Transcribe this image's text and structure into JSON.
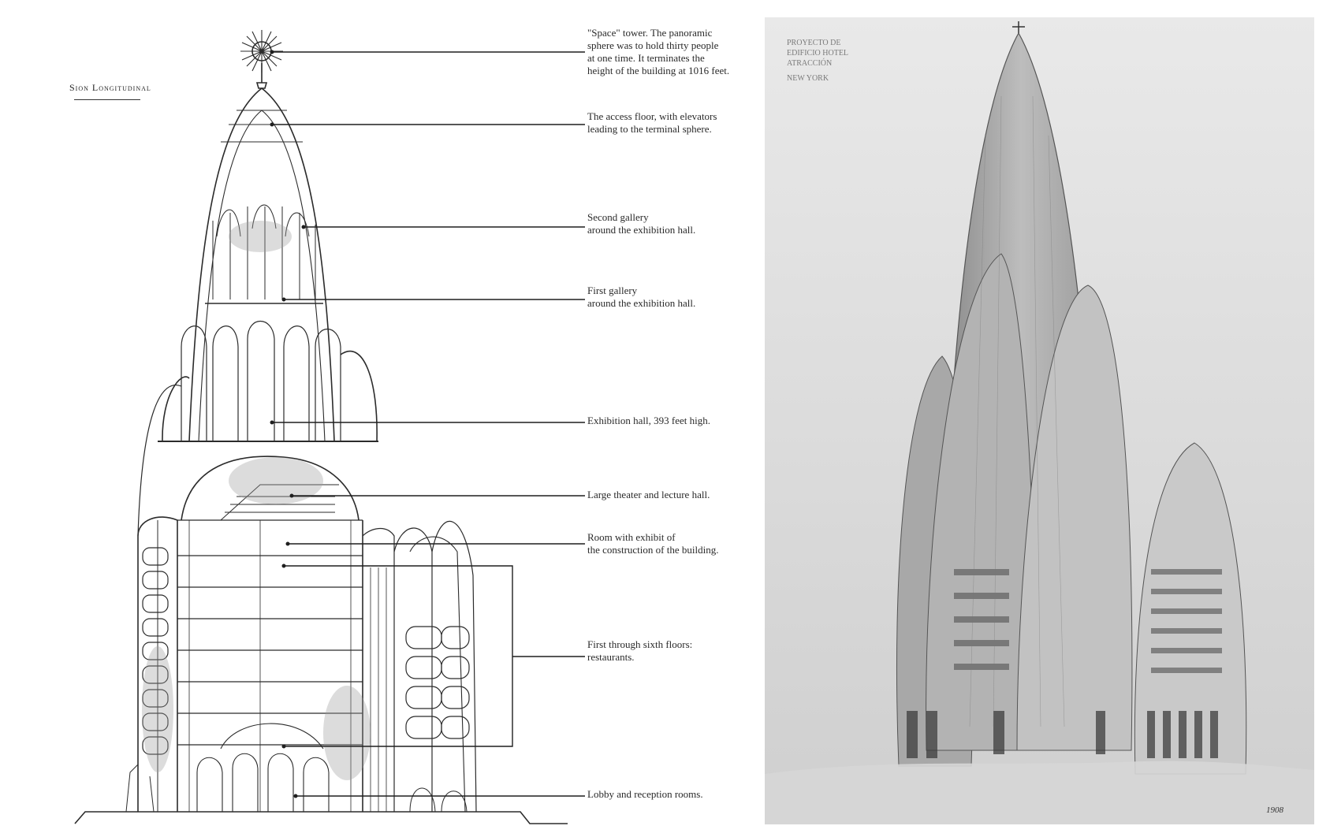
{
  "section_title": "Sion Longitudinal",
  "callouts": [
    {
      "id": "space-tower",
      "text": "\"Space\" tower.  The panoramic\nsphere was to hold thirty people\nat one time.  It terminates the\nheight of the building at 1016 feet."
    },
    {
      "id": "access-floor",
      "text": "The access floor, with elevators\nleading to the terminal sphere."
    },
    {
      "id": "second-gallery",
      "text": "Second gallery\naround the exhibition hall."
    },
    {
      "id": "first-gallery",
      "text": "First gallery\naround the exhibition hall."
    },
    {
      "id": "exhibition-hall",
      "text": "Exhibition hall, 393 feet high."
    },
    {
      "id": "theater",
      "text": "Large theater and lecture hall."
    },
    {
      "id": "construction-exhibit",
      "text": "Room with exhibit of\nthe construction of the building."
    },
    {
      "id": "restaurants",
      "text": "First through sixth floors:\nrestaurants."
    },
    {
      "id": "lobby",
      "text": "Lobby and reception rooms."
    }
  ],
  "right_drawing": {
    "caption_lines": [
      "PROYECTO DE",
      "EDIFICIO HOTEL",
      "ATRACCIÓN",
      "NEW YORK"
    ],
    "signature": "1908"
  }
}
